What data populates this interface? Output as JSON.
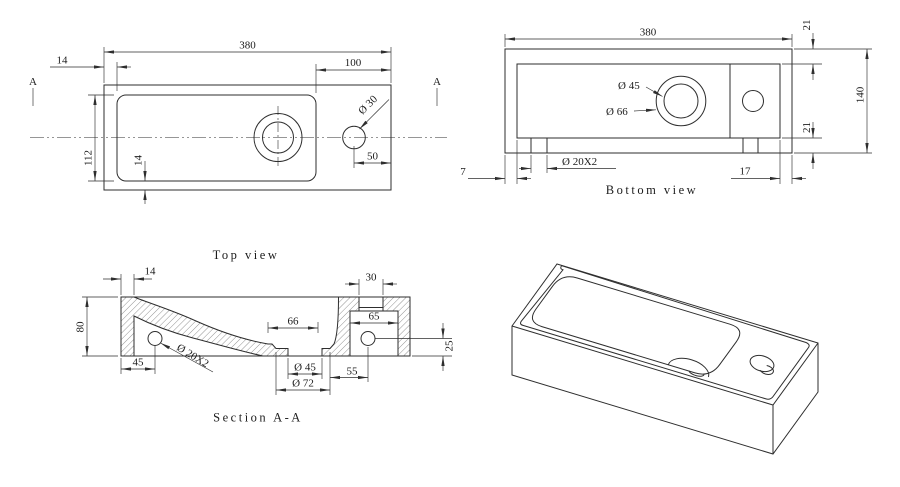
{
  "drawing": {
    "type": "engineering-drawing",
    "subject": "wall-hung wash basin",
    "colors": {
      "line": "#2e2e2e",
      "background": "#ffffff"
    },
    "views": {
      "top": {
        "label": "Top view",
        "section_marker": "A",
        "dims": {
          "width": "380",
          "wall_left": "14",
          "tap_zone": "100",
          "depth": "112",
          "rim_bottom": "14",
          "tap_offset": "50",
          "tap_hole_dia": "Ø 30"
        }
      },
      "bottom": {
        "label": "Bottom view",
        "dims": {
          "width": "380",
          "margin_top": "21",
          "height": "140",
          "margin_bottom": "21",
          "edge_left": "7",
          "feet": "Ø 20X2",
          "edge_right": "17",
          "drain_inner_dia": "Ø 45",
          "drain_outer_dia": "Ø 66"
        }
      },
      "section": {
        "label": "Section A-A",
        "dims": {
          "wall": "14",
          "tap_counterbore": "30",
          "height": "80",
          "floor_width": "66",
          "cavity_width": "65",
          "tap_depth": "25",
          "foot_offset": "45",
          "feet": "Ø 20X2",
          "drain_hole_dia": "Ø 45",
          "drain_seat_dia": "Ø 72",
          "tap_hole_offset": "55"
        }
      },
      "isometric": {
        "label": ""
      }
    }
  }
}
